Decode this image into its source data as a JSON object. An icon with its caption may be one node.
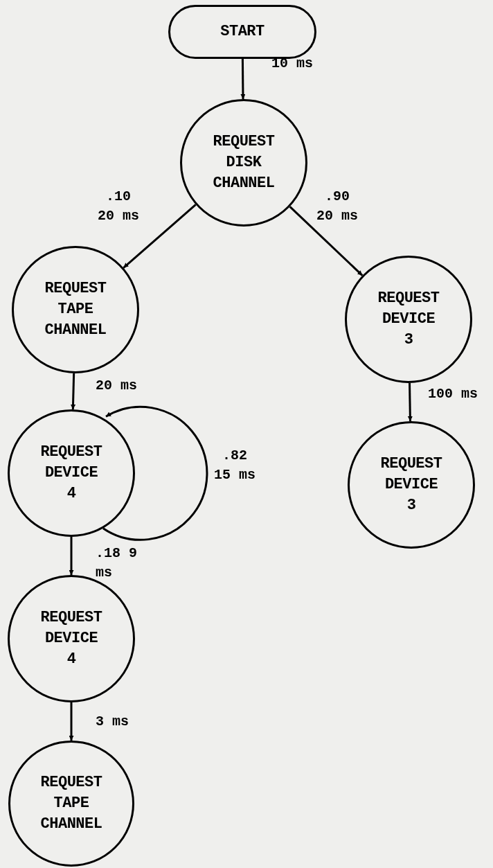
{
  "diagram": {
    "nodes": [
      {
        "text": [
          "START"
        ]
      },
      {
        "text": [
          "REQUEST DISK CHANNEL"
        ]
      },
      {
        "text": [
          "REQUEST TAPE CHANNEL"
        ]
      },
      {
        "text": [
          "REQUEST DEVICE 3"
        ]
      },
      {
        "text": [
          "REQUEST DEVICE 4"
        ]
      },
      {
        "text": [
          "REQUEST DEVICE 3"
        ]
      },
      {
        "text": [
          "REQUEST DEVICE 4"
        ]
      },
      {
        "text": [
          "REQUEST TAPE CHANNEL"
        ]
      }
    ],
    "edges": [
      {
        "from": 0,
        "to": 1,
        "arrow": "to",
        "label": "10 ms"
      },
      {
        "from": 1,
        "to": 2,
        "arrow": "to",
        "label": ".10 20 ms"
      },
      {
        "from": 1,
        "to": 3,
        "arrow": "to",
        "label": ".90 20 ms"
      },
      {
        "from": 2,
        "to": 4,
        "arrow": "to",
        "label": "20 ms"
      },
      {
        "from": 3,
        "to": 5,
        "arrow": "to",
        "label": "100 ms"
      },
      {
        "from": 4,
        "to": 4,
        "arrow": "to",
        "label": ".82 15 ms"
      },
      {
        "from": 4,
        "to": 6,
        "arrow": "to",
        "label": ".18 9 ms"
      },
      {
        "from": 6,
        "to": 7,
        "arrow": "to",
        "label": "3 ms"
      }
    ]
  }
}
